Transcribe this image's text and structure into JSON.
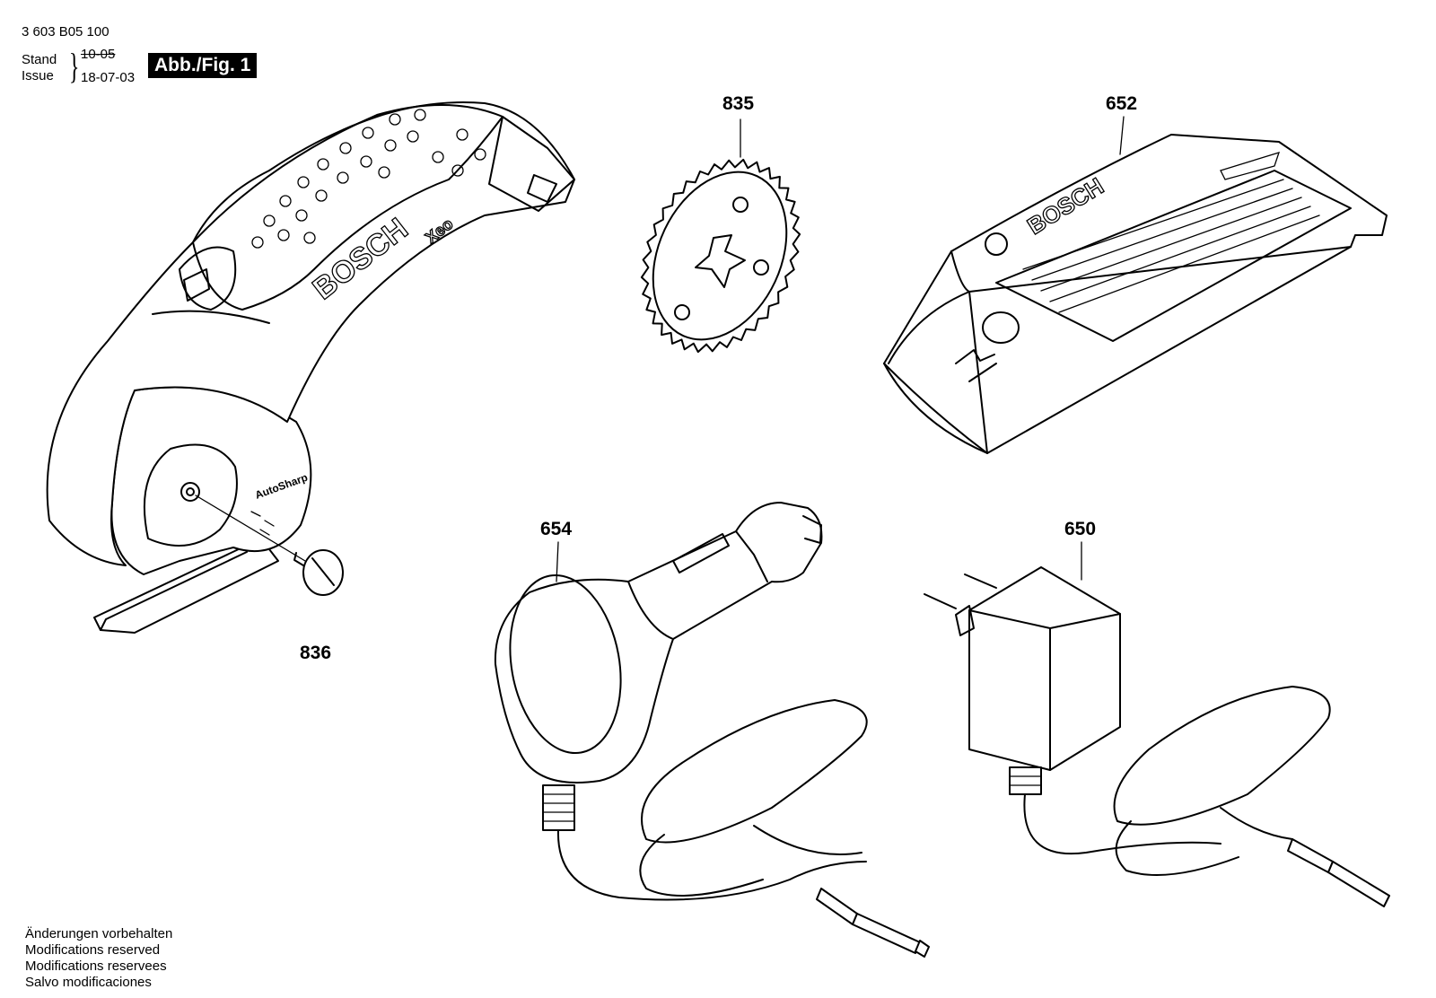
{
  "header": {
    "part_number": "3 603 B05 100",
    "stand_label": "Stand",
    "issue_label": "Issue",
    "date_crossed": "10-05",
    "date_current": "18-07-03",
    "figure_label": "Abb./Fig. 1"
  },
  "callouts": [
    {
      "id": "835",
      "label": "835"
    },
    {
      "id": "652",
      "label": "652"
    },
    {
      "id": "654",
      "label": "654"
    },
    {
      "id": "650",
      "label": "650"
    },
    {
      "id": "836",
      "label": "836"
    }
  ],
  "product_markings": {
    "tool_brand": "BOSCH",
    "tool_model": "Xeo",
    "tool_feature": "AutoSharp",
    "charger_brand": "BOSCH"
  },
  "footer": {
    "lines": [
      "Änderungen vorbehalten",
      "Modifications reserved",
      "Modifications reservees",
      "Salvo modificaciones"
    ]
  }
}
